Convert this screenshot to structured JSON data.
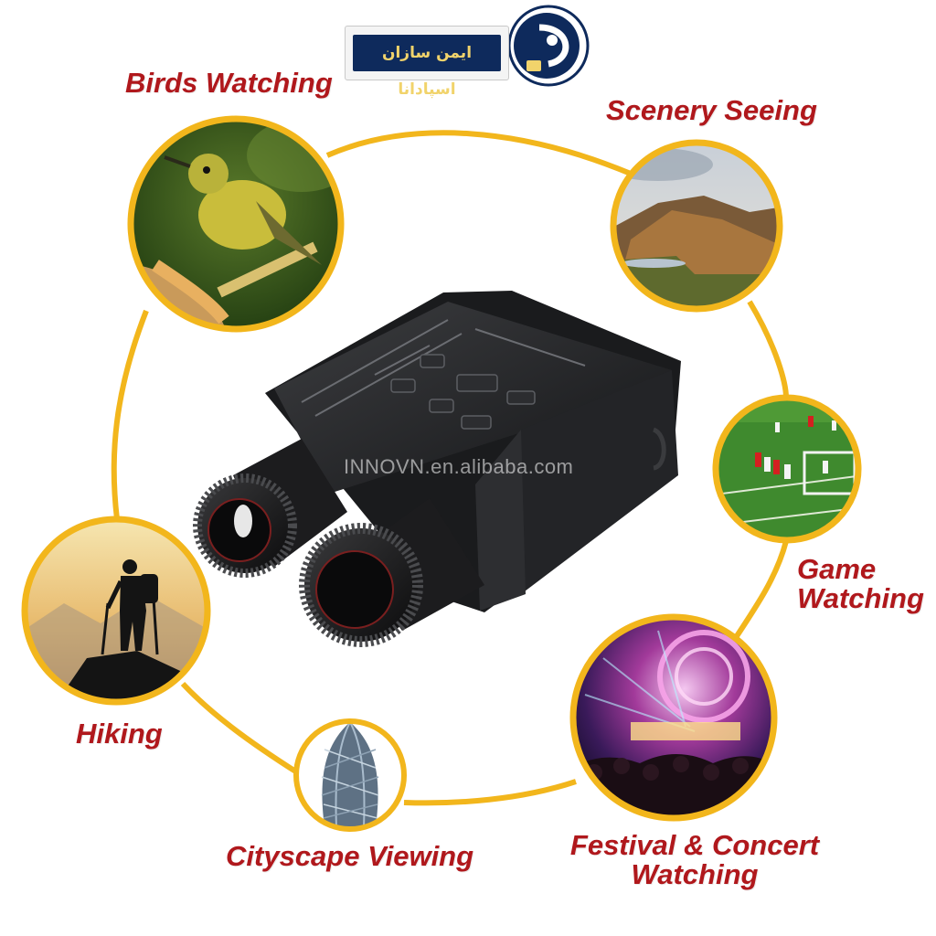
{
  "logo": {
    "text": "ایمن سازان اسپادانا",
    "accent": "#0e2a5c",
    "text_color": "#f1d36b"
  },
  "watermark": "INNOVN.en.alibaba.com",
  "theme": {
    "ring_color": "#f2b61c",
    "label_color": "#b0181c"
  },
  "product": {
    "name": "binoculars-icon"
  },
  "uses": [
    {
      "id": "birds",
      "label": "Birds Watching"
    },
    {
      "id": "scenery",
      "label": "Scenery Seeing"
    },
    {
      "id": "game_line1",
      "label": "Game"
    },
    {
      "id": "game_line2",
      "label": "Watching"
    },
    {
      "id": "hiking",
      "label": "Hiking"
    },
    {
      "id": "cityscape",
      "label": "Cityscape Viewing"
    },
    {
      "id": "festival_line1",
      "label": "Festival & Concert"
    },
    {
      "id": "festival_line2",
      "label": "Watching"
    }
  ]
}
